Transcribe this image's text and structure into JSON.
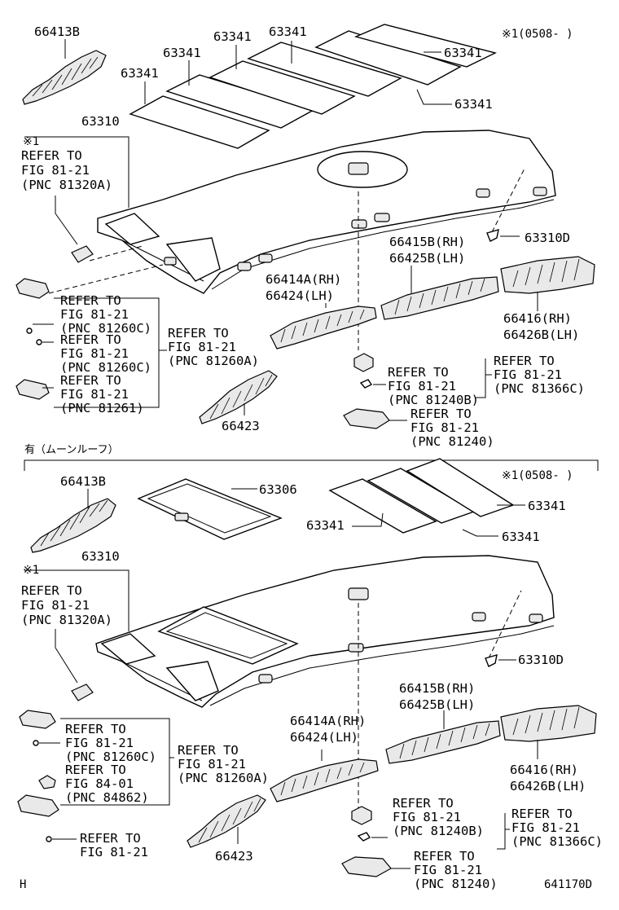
{
  "top": {
    "parts": {
      "p66413b": "66413B",
      "p63341_a": "63341",
      "p63341_b": "63341",
      "p63341_c": "63341",
      "p63341_d": "63341",
      "p63341_e": "63341",
      "p63341_f": "63341",
      "p63310": "63310",
      "p63310d": "63310D",
      "p66415b_rh": "66415B(RH)",
      "p66425b_lh": "66425B(LH)",
      "p66414a_rh": "66414A(RH)",
      "p66424_lh": "66424(LH)",
      "p66416_rh": "66416(RH)",
      "p66426b_lh": "66426B(LH)",
      "p66423": "66423"
    },
    "note_mark": "※1(0508-     )",
    "star1": "※1",
    "refs": {
      "r81320a": [
        "REFER TO",
        "FIG 81-21",
        "(PNC 81320A)"
      ],
      "r81260c_1": [
        "REFER TO",
        "FIG 81-21",
        "(PNC 81260C)"
      ],
      "r81260c_2": [
        "REFER TO",
        "FIG 81-21",
        "(PNC 81260C)"
      ],
      "r81261": [
        "REFER TO",
        "FIG 81-21",
        "(PNC 81261)"
      ],
      "r81260a": [
        "REFER TO",
        "FIG 81-21",
        "(PNC 81260A)"
      ],
      "r81240b": [
        "REFER TO",
        "FIG 81-21",
        "(PNC 81240B)"
      ],
      "r81366c": [
        "REFER TO",
        "FIG 81-21",
        "(PNC 81366C)"
      ],
      "r81240": [
        "REFER TO",
        "FIG 81-21",
        "(PNC 81240)"
      ]
    }
  },
  "divider_label": "有（ムーンルーフ）",
  "bottom": {
    "parts": {
      "p66413b": "66413B",
      "p63306": "63306",
      "p63341_a": "63341",
      "p63341_b": "63341",
      "p63341_c": "63341",
      "p63310": "63310",
      "p63310d": "63310D",
      "p66415b_rh": "66415B(RH)",
      "p66425b_lh": "66425B(LH)",
      "p66414a_rh": "66414A(RH)",
      "p66424_lh": "66424(LH)",
      "p66416_rh": "66416(RH)",
      "p66426b_lh": "66426B(LH)",
      "p66423": "66423"
    },
    "note_mark": "※1(0508-     )",
    "star1": "※1",
    "refs": {
      "r81320a": [
        "REFER TO",
        "FIG 81-21",
        "(PNC 81320A)"
      ],
      "r81260c": [
        "REFER TO",
        "FIG 81-21",
        "(PNC 81260C)"
      ],
      "r84862": [
        "REFER TO",
        "FIG 84-01",
        "(PNC 84862)"
      ],
      "r81260a": [
        "REFER TO",
        "FIG 81-21",
        "(PNC 81260A)"
      ],
      "r8121": [
        "REFER TO",
        "FIG 81-21"
      ],
      "r81240b": [
        "REFER TO",
        "FIG 81-21",
        "(PNC 81240B)"
      ],
      "r81366c": [
        "REFER TO",
        "FIG 81-21",
        "(PNC 81366C)"
      ],
      "r81240": [
        "REFER TO",
        "FIG 81-21",
        "(PNC 81240)"
      ]
    }
  },
  "footer": {
    "left": "H",
    "right": "641170D"
  }
}
